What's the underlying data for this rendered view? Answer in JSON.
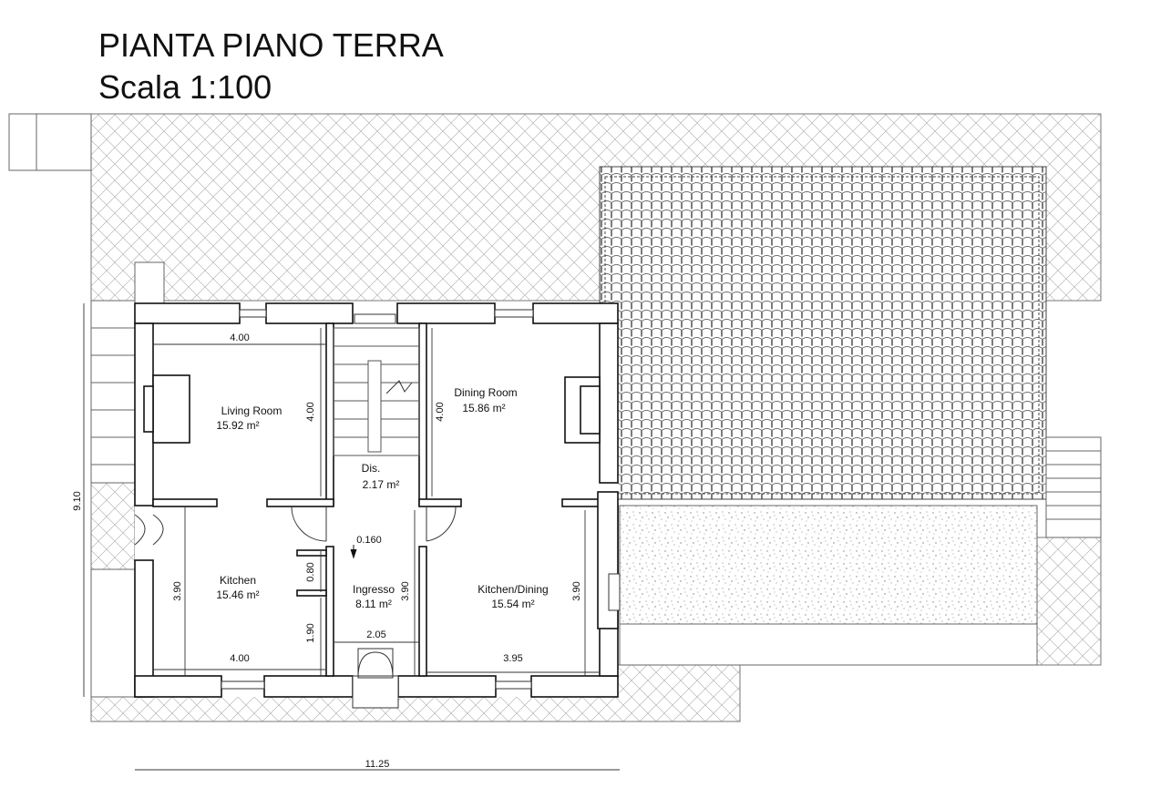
{
  "header": {
    "title": "PIANTA PIANO TERRA",
    "scale": "Scala 1:100"
  },
  "rooms": [
    {
      "id": "living-room",
      "name": "Living Room",
      "area": "15.92 m²"
    },
    {
      "id": "dining-room",
      "name": "Dining Room",
      "area": "15.86 m²"
    },
    {
      "id": "dis",
      "name": "Dis.",
      "area": "2.17 m²"
    },
    {
      "id": "kitchen",
      "name": "Kitchen",
      "area": "15.46 m²"
    },
    {
      "id": "ingresso",
      "name": "Ingresso",
      "area": "8.11 m²"
    },
    {
      "id": "kitchen-dining",
      "name": "Kitchen/Dining",
      "area": "15.54 m²"
    }
  ],
  "dimensions": {
    "living_width": "4.00",
    "living_depth": "4.00",
    "dining_depth": "4.00",
    "kitchen_depth": "3.90",
    "kitchen_width": "4.00",
    "ingresso_depth": "3.90",
    "kitchen_dining_depth": "3.90",
    "kitchen_dining_width": "3.95",
    "closet_depth": "0.80",
    "wall_segment": "1.90",
    "ingresso_width": "2.05",
    "step_height": "0.160",
    "total_depth": "9.10",
    "total_width": "11.25"
  }
}
